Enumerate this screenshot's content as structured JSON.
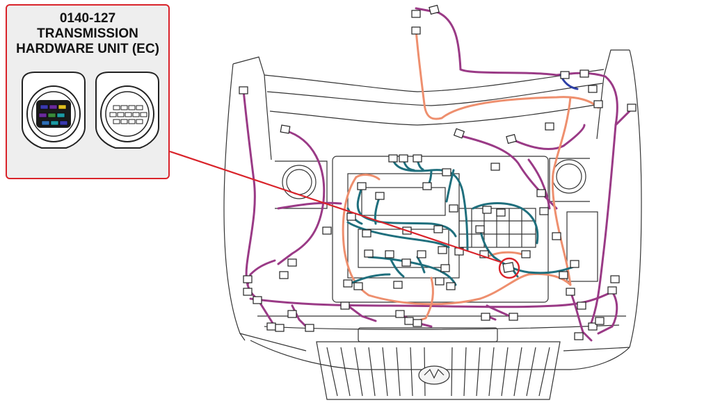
{
  "callout": {
    "code": "0140-127",
    "title_line1": "TRANSMISSION",
    "title_line2": "HARDWARE UNIT (EC)"
  },
  "colors": {
    "callout_border": "#d9232a",
    "pointer_line": "#d9232a",
    "wire_purple": "#9a3a86",
    "wire_teal": "#1f6f7d",
    "wire_salmon": "#ee8f6e",
    "wire_blue": "#2d3fa6",
    "outline": "#333333"
  },
  "connector_pin_colors": [
    "#3a3ab0",
    "#6a2a9c",
    "#e0c020",
    "#6a2a9c",
    "#3a8a3a",
    "#1c9aa4",
    "#2d6fb8",
    "#1c9aa4",
    "#3a3ab0"
  ]
}
